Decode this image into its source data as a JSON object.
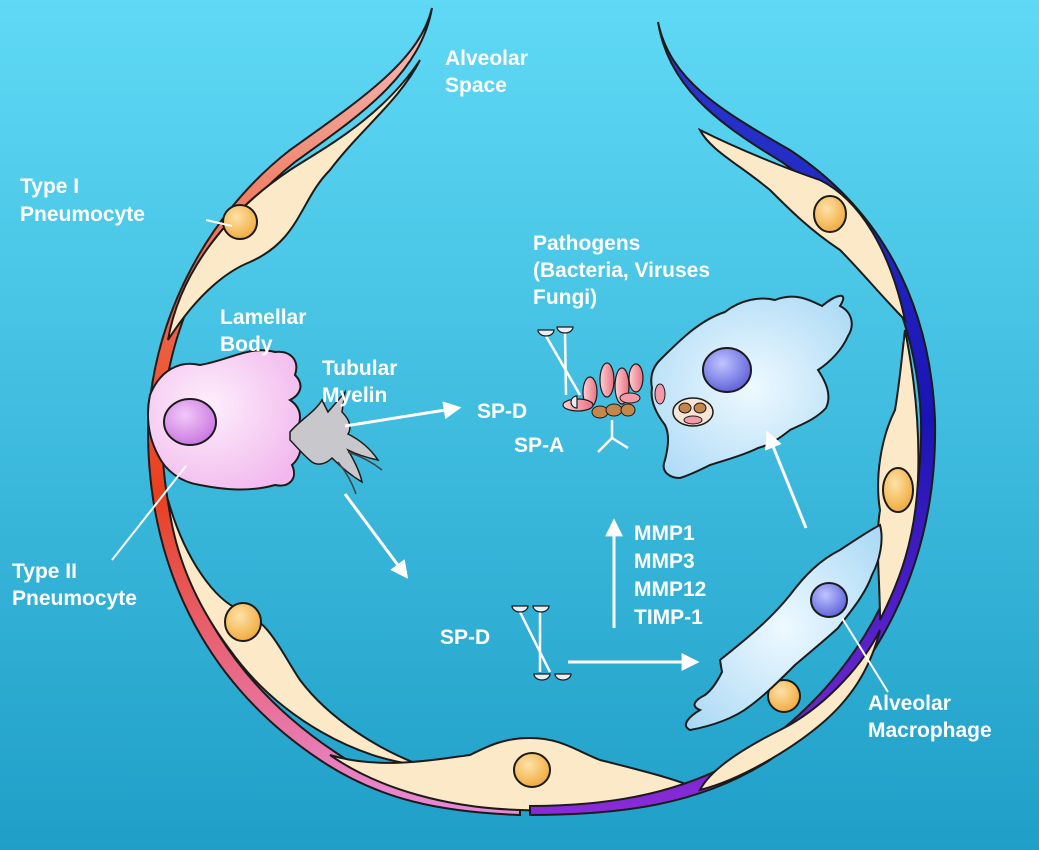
{
  "labels": {
    "alveolar_space": [
      "Alveolar",
      "Space"
    ],
    "type1": [
      "Type I",
      "Pneumocyte"
    ],
    "type2": [
      "Type II",
      "Pneumocyte"
    ],
    "lamellar": [
      "Lamellar",
      "Body"
    ],
    "tubular": [
      "Tubular",
      "Myelin"
    ],
    "pathogens": [
      "Pathogens",
      "(Bacteria, Viruses",
      "Fungi)"
    ],
    "spd_top": "SP-D",
    "spa": "SP-A",
    "spd_bottom": "SP-D",
    "mmps": [
      "MMP1",
      "MMP3",
      "MMP12",
      "TIMP-1"
    ],
    "macrophage": [
      "Alveolar",
      "Macrophage"
    ]
  },
  "colors": {
    "background_top": "#5fd9f5",
    "background_bottom": "#1f9fc8",
    "wall_cell": "#fbe9c8",
    "nucleus": "#f4b94a",
    "basement_left": "#e0442a",
    "basement_right": "#1c1aa8",
    "type2_cell": "#f7d3f2",
    "type2_nucleus": "#d98ee8",
    "macrophage_cell": "#c9ecfb",
    "macrophage_nucleus": "#7d7fe6",
    "pathogen": "#f39aa8",
    "pathogen_brown": "#c4864a"
  }
}
